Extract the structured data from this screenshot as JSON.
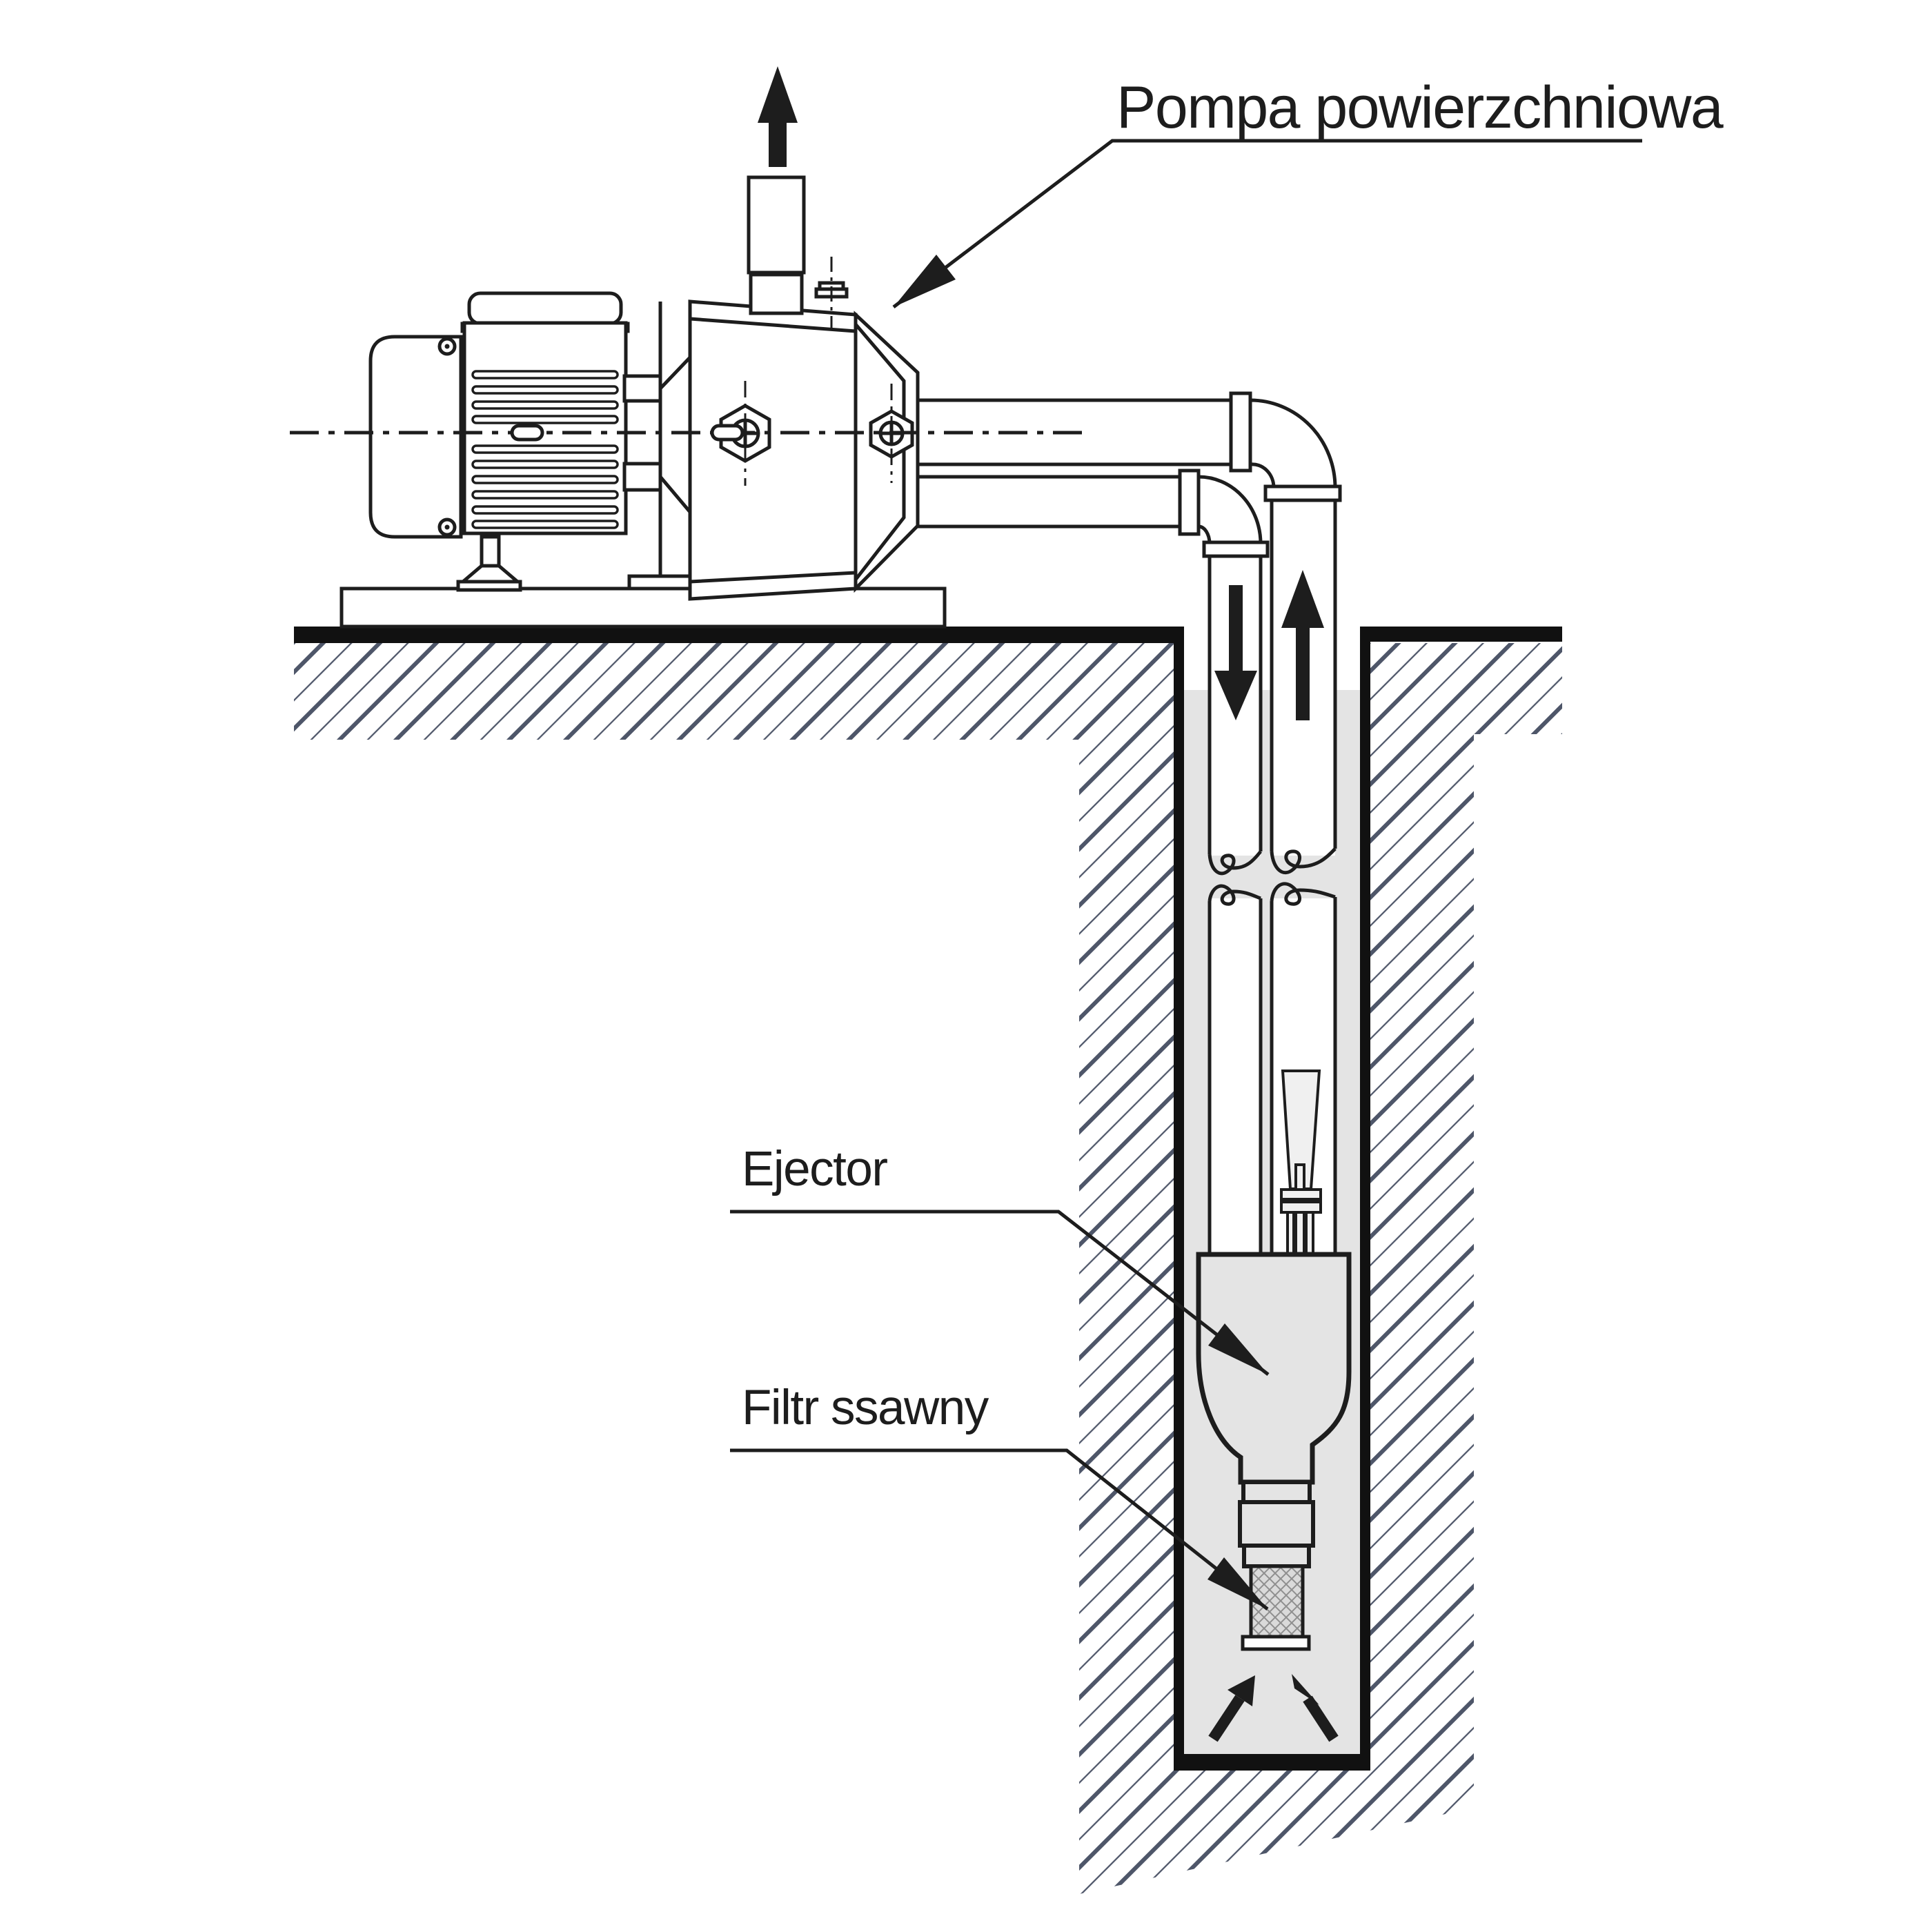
{
  "diagram": {
    "title": "Pompa powierzchniowa",
    "label_ejector": "Ejector",
    "label_filter": "Filtr ssawny"
  },
  "icons": {
    "outlet_flow": "up-arrow-icon",
    "drive_flow": "down-arrow-icon",
    "return_flow": "up-arrow-icon",
    "intake_flow": "diagonal-up-arrows-icon",
    "leader": "leader-arrow-icon"
  },
  "colors": {
    "line": "#1d1d1d",
    "hatch": "#4e5669",
    "water": "#e4e4e4",
    "black": "#111111",
    "paper": "#ffffff",
    "venturi": "#f0f0f0",
    "mesh_bg": "#dadada",
    "mesh_line": "#8f8f8f"
  }
}
